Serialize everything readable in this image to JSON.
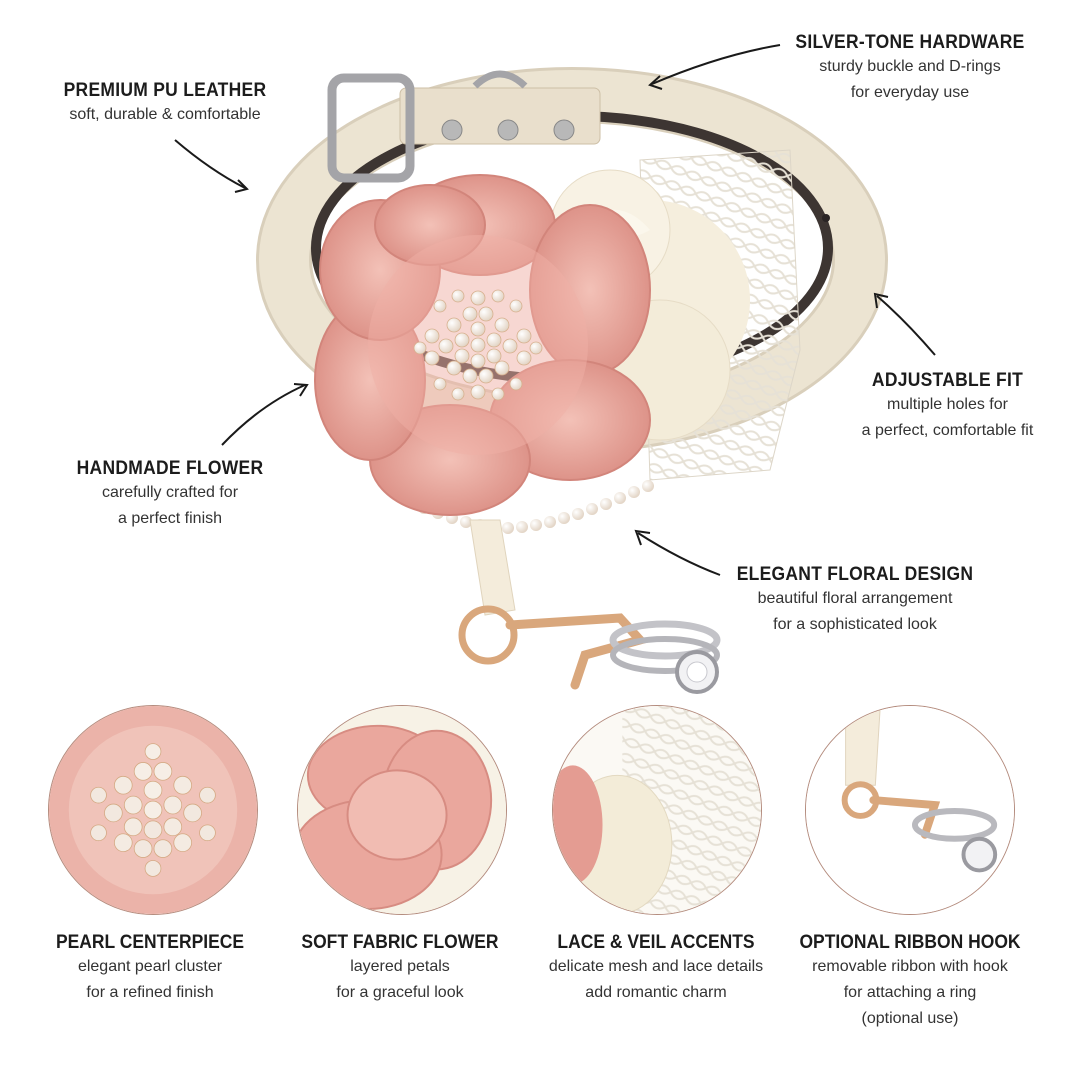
{
  "callouts": {
    "leather": {
      "title": "PREMIUM PU LEATHER",
      "lines": [
        "soft, durable & comfortable"
      ]
    },
    "hardware": {
      "title": "SILVER-TONE HARDWARE",
      "lines": [
        "sturdy buckle and D-rings",
        "for everyday use"
      ]
    },
    "fit": {
      "title": "ADJUSTABLE FIT",
      "lines": [
        "multiple holes for",
        "a perfect, comfortable fit"
      ]
    },
    "flower": {
      "title": "HANDMADE FLOWER",
      "lines": [
        "carefully crafted for",
        "a perfect finish"
      ]
    },
    "floral": {
      "title": "ELEGANT FLORAL DESIGN",
      "lines": [
        "beautiful floral arrangement",
        "for a sophisticated look"
      ]
    }
  },
  "details": [
    {
      "title": "PEARL CENTERPIECE",
      "lines": [
        "elegant pearl cluster",
        "for a refined finish"
      ]
    },
    {
      "title": "SOFT FABRIC FLOWER",
      "lines": [
        "layered petals",
        "for a graceful look"
      ]
    },
    {
      "title": "LACE & VEIL ACCENTS",
      "lines": [
        "delicate mesh and lace details",
        "add romantic charm"
      ]
    },
    {
      "title": "OPTIONAL RIBBON HOOK",
      "lines": [
        "removable ribbon with hook",
        "for attaching a ring",
        "(optional use)"
      ]
    }
  ],
  "colors": {
    "leather": "#ece4d2",
    "petal": "#e8a59c",
    "ivory": "#f7f1e1",
    "pearl": "#f4ebe0",
    "gold": "#d9a77c"
  }
}
